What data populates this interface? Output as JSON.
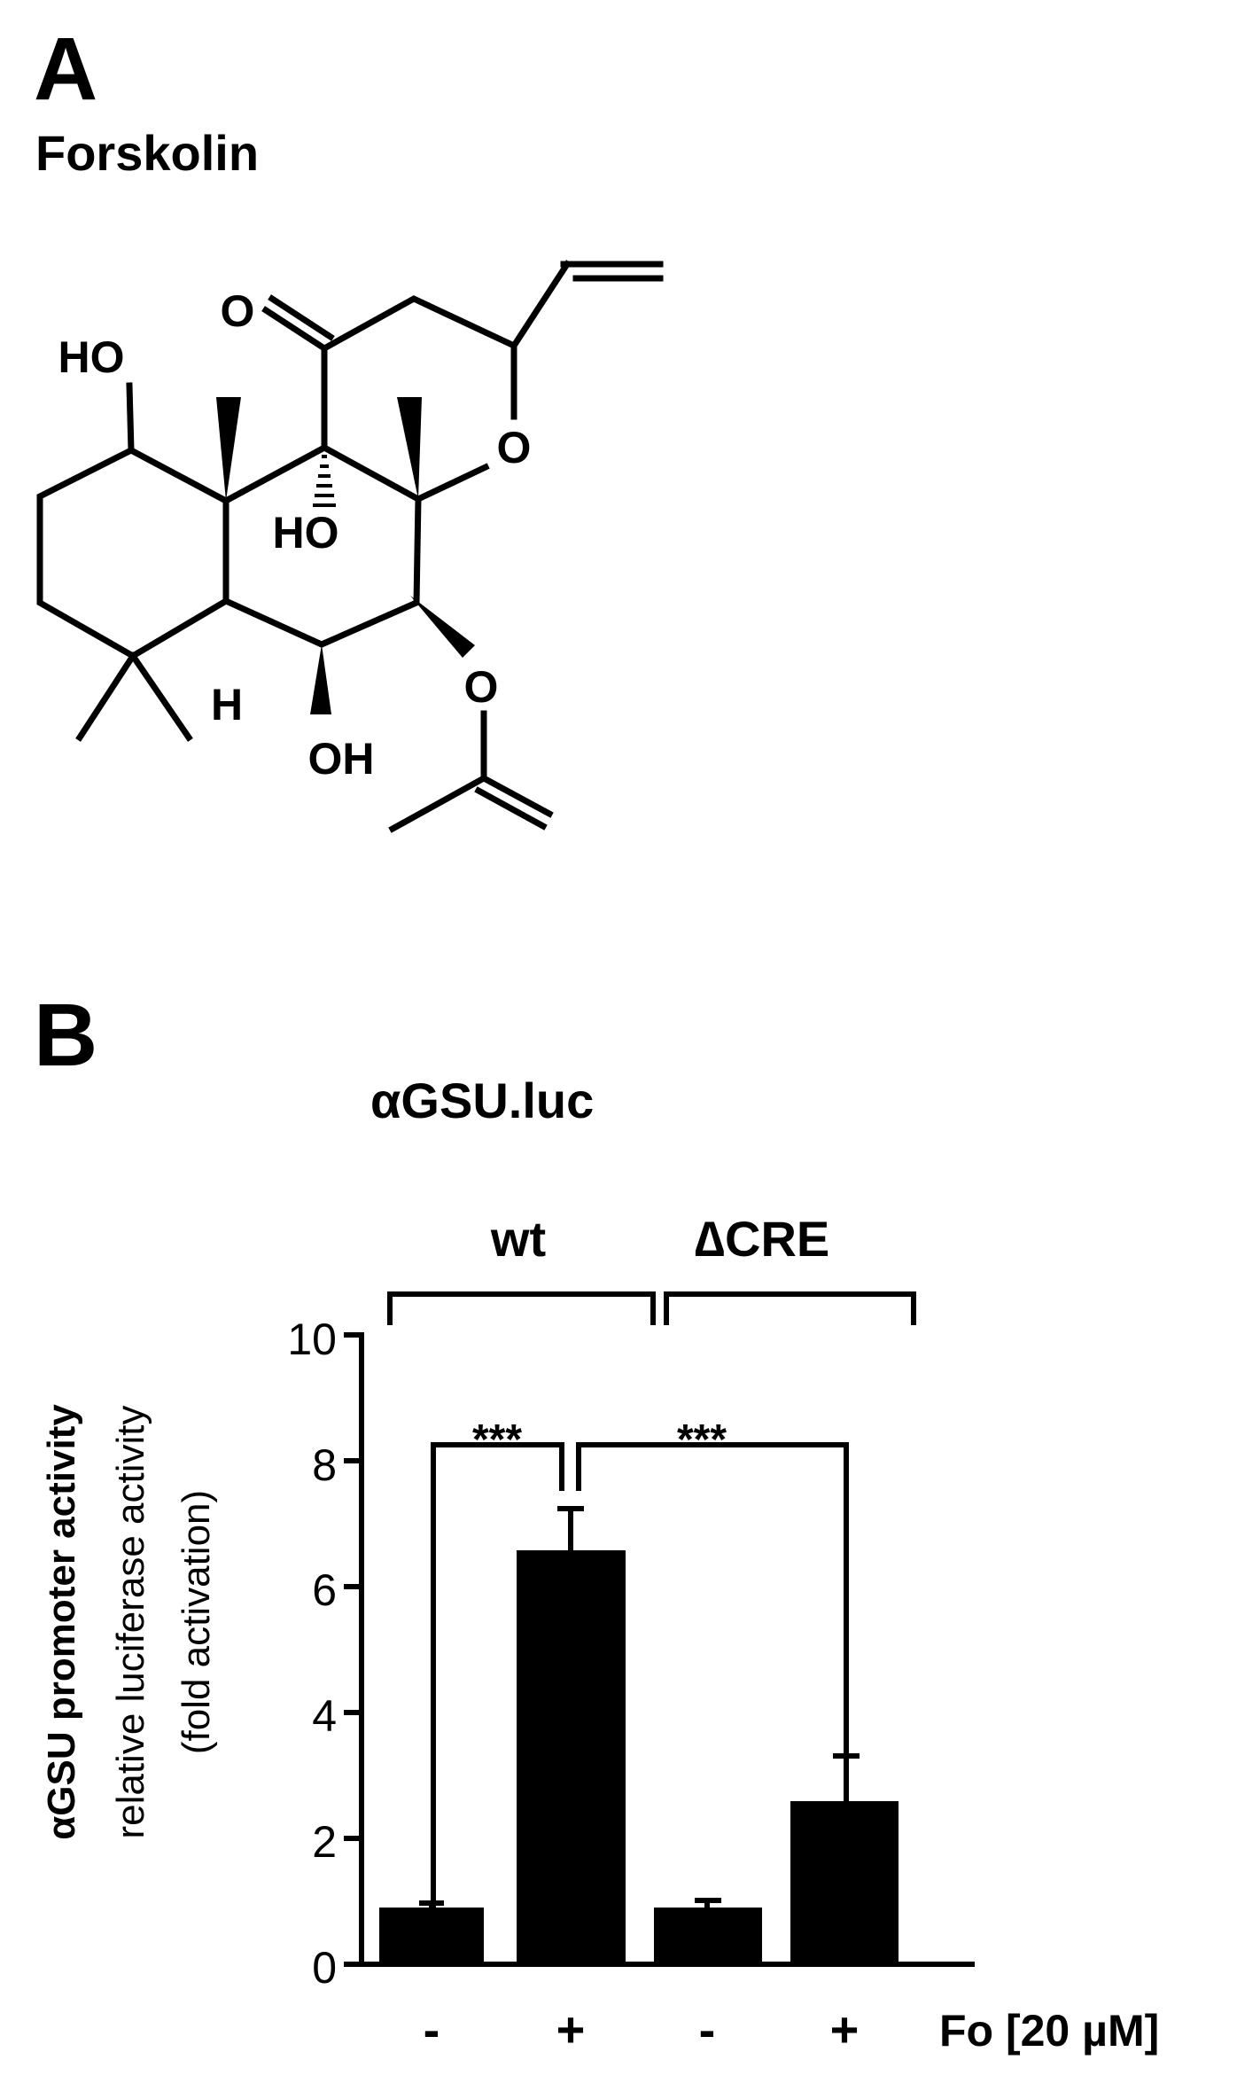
{
  "panel_a": {
    "letter": "A",
    "title": "Forskolin",
    "structure": {
      "name": "forskolin",
      "atom_labels": {
        "ho_c1": "HO",
        "ketone_o": "O",
        "ring_o": "O",
        "ho_c9": "HO",
        "h_c5": "H",
        "oh_c6": "OH",
        "ester_o": "O"
      }
    }
  },
  "panel_b": {
    "letter": "B",
    "title": "αGSU.luc",
    "groups": [
      {
        "label": "wt"
      },
      {
        "label": "∆CRE"
      }
    ],
    "significance": [
      {
        "label": "***",
        "from_bar": 0,
        "to_bar": 1
      },
      {
        "label": "***",
        "from_bar": 1,
        "to_bar": 3
      }
    ],
    "y_axis": {
      "label_line1": "αGSU promoter activity",
      "label_line2": "relative luciferase activity",
      "label_line3": "(fold activation)",
      "ticks": [
        "0",
        "2",
        "4",
        "6",
        "8",
        "10"
      ]
    },
    "x_axis": {
      "treatment_signs": [
        "-",
        "+",
        "-",
        "+"
      ],
      "treatment_label": "Fo [20 µM]"
    }
  },
  "chart_data": {
    "type": "bar",
    "title": "αGSU.luc",
    "xlabel": "Fo [20 µM]",
    "ylabel": "αGSU promoter activity / relative luciferase activity (fold activation)",
    "ylim": [
      0,
      10
    ],
    "yticks": [
      0,
      2,
      4,
      6,
      8,
      10
    ],
    "grid": false,
    "legend": null,
    "categories": [
      "wt -",
      "wt +",
      "∆CRE -",
      "∆CRE +"
    ],
    "groups": [
      "wt",
      "wt",
      "∆CRE",
      "∆CRE"
    ],
    "forskolin": [
      "-",
      "+",
      "-",
      "+"
    ],
    "values": [
      1.0,
      6.6,
      1.0,
      2.6
    ],
    "error": [
      0.05,
      0.7,
      0.1,
      0.75
    ],
    "bar_color": "#000000",
    "annotations": [
      {
        "text": "***",
        "between": [
          "wt -",
          "wt +"
        ]
      },
      {
        "text": "***",
        "between": [
          "wt +",
          "∆CRE +"
        ]
      }
    ]
  }
}
